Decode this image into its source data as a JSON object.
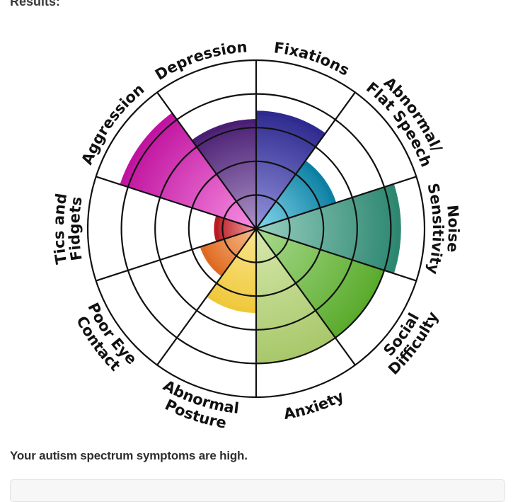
{
  "header": {
    "title": "Results:"
  },
  "summary": {
    "text": "Your autism spectrum symptoms are high."
  },
  "chart_data": {
    "type": "polar-area",
    "title": "",
    "scale_max": 5,
    "rings": 5,
    "categories": [
      {
        "lines": [
          "Fixations"
        ],
        "value": 3.5,
        "color": "#2e2a8f",
        "light": "#9493dc"
      },
      {
        "lines": [
          "Abnormal/",
          "Flat Speech"
        ],
        "value": 2.5,
        "color": "#0c7fa2",
        "light": "#86d8ee"
      },
      {
        "lines": [
          "Noise",
          "Sensitivity"
        ],
        "value": 4.3,
        "color": "#2c8670",
        "light": "#98cfc0"
      },
      {
        "lines": [
          "Social",
          "Difficulty"
        ],
        "value": 4.0,
        "color": "#5aab2c",
        "light": "#a9da8e"
      },
      {
        "lines": [
          "Anxiety"
        ],
        "value": 4.0,
        "color": "#a8c86a",
        "light": "#d6e8ad"
      },
      {
        "lines": [
          "Abnormal",
          "Posture"
        ],
        "value": 2.5,
        "color": "#efc83a",
        "light": "#fae690"
      },
      {
        "lines": [
          "Poor Eye",
          "Contact"
        ],
        "value": 1.75,
        "color": "#e06a20",
        "light": "#f7bd8e"
      },
      {
        "lines": [
          "Tics and",
          "Fidgets"
        ],
        "value": 1.25,
        "color": "#b81b22",
        "light": "#f2a0a0"
      },
      {
        "lines": [
          "Aggression"
        ],
        "value": 4.25,
        "color": "#c0139f",
        "light": "#f78fe3"
      },
      {
        "lines": [
          "Depression"
        ],
        "value": 3.25,
        "color": "#4a1f73",
        "light": "#ad93c8"
      }
    ]
  }
}
